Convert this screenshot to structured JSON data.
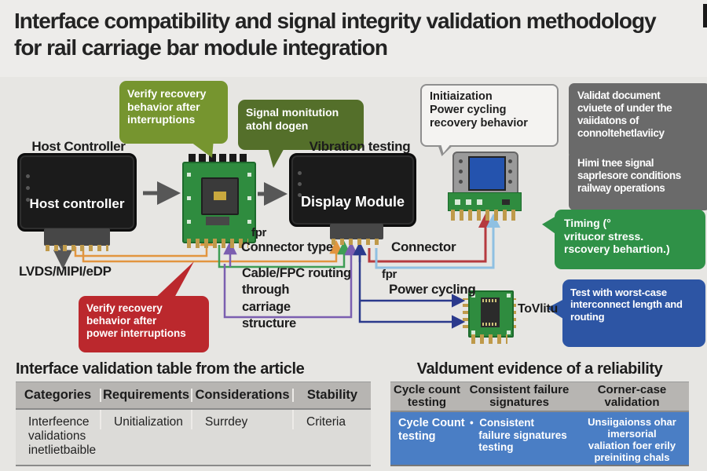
{
  "title": {
    "line1": "Interface compatibility and signal integrity validation methodology",
    "line2": "for rail carriage bar module integration"
  },
  "colors": {
    "background": "#e7e6e3",
    "band_top": "#edecea",
    "olive": "#76952f",
    "dark_olive": "#546f2a",
    "emerald": "#2f9147",
    "blue": "#2d55a4",
    "red": "#bb282d",
    "gray": "#6a6a6a",
    "bubble_bg": "#f4f3f1",
    "bubble_border": "#8f8f8f",
    "table_header": "#b7b5b2",
    "table_row": "#dcdbd8",
    "table_blue": "#4a7ec5",
    "wire_orange": "#e2953f",
    "wire_green": "#3e9e55",
    "wire_purple": "#7b5fb0",
    "wire_navy": "#2b3a8c",
    "wire_red": "#b53a3f",
    "wire_lightblue": "#8fc0e2",
    "arrow_gray": "#575757",
    "pcb": "#2f8c3f",
    "pcb_dark": "#1d6a2c",
    "screen": "#2453ae",
    "device_black": "#1b1b1b",
    "gold": "#bf9a4a",
    "text_dark": "#232323"
  },
  "diagram": {
    "host_label": "Host Controller",
    "host_text": "Host controller",
    "vibration_label": "Vibration testing",
    "display_text": "Display Module",
    "lvds_label": "LVDS/MIPI/eDP",
    "fpr_label": "fpr",
    "connector_type_label": "Connector type",
    "cable_label": "Cable/FPC routing\nthrough\ncarriage\nstructure",
    "connector_label": "Connector",
    "fpr2_label": "fpr",
    "power_cycling_label": "Power cycling",
    "chip_label": "ToVlitu",
    "callouts": {
      "verify_interruptions": "Verify recovery\nbehavior after\ninterruptions",
      "signal_monitoring": "Signal monitution\natohl dogen",
      "initialization": "Initiaization\nPower cycling\nrecovery behavior",
      "validate_document": "Validat document\ncviuete of under the\nvaiidatons of\nconnoltehetlaviicy",
      "signal_conditions": "Himi tnee signal\nsaprlesore conditions\nrailway operations",
      "timing": "Timing (°\nvritucor stress.\nrscovery behartion.)",
      "worst_case": "Test with worst-case\ninterconnect length and\nrouting",
      "power_interruptions": "Verify recovery\nbehavior after\npower interruptions"
    }
  },
  "tables": {
    "left": {
      "title": "Interface validation table from the article",
      "headers": [
        "Categories",
        "Requirements",
        "Considerations",
        "Stability"
      ],
      "rows": [
        [
          "Interfeence\nvalidations\ninetlietbaible",
          "Unitialization",
          "Surrdey",
          "Criteria"
        ]
      ]
    },
    "right": {
      "title": "Valdument evidence of a reliability",
      "headers": [
        "Cycle count\ntesting",
        "Consistent failure\nsignatures",
        "Corner-case\nvalidation"
      ],
      "rows": [
        [
          "Cycle Count\ntesting",
          "•  Consistent\n   failure signatures\n   testing",
          "Unsiigaionss ohar\nimersorial\nvaliation foer erily\npreiniting chals"
        ]
      ]
    }
  }
}
